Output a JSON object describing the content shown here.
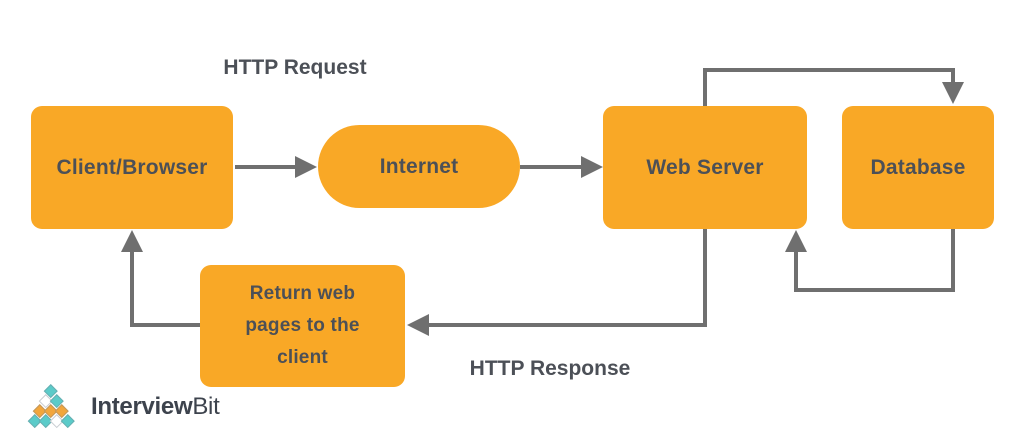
{
  "diagram": {
    "nodes": {
      "client": {
        "label": "Client/Browser"
      },
      "internet": {
        "label": "Internet"
      },
      "web_server": {
        "label": "Web Server"
      },
      "database": {
        "label": "Database"
      },
      "return_pages": {
        "label": "Return web pages to the client"
      }
    },
    "edge_labels": {
      "request": "HTTP Request",
      "response": "HTTP Response"
    },
    "edges": [
      {
        "from": "client",
        "to": "internet",
        "label": "HTTP Request"
      },
      {
        "from": "internet",
        "to": "web_server",
        "label": ""
      },
      {
        "from": "web_server",
        "to": "database",
        "label": ""
      },
      {
        "from": "database",
        "to": "web_server",
        "label": ""
      },
      {
        "from": "web_server",
        "to": "return_pages",
        "label": "HTTP Response"
      },
      {
        "from": "return_pages",
        "to": "client",
        "label": ""
      }
    ],
    "colors": {
      "node_fill": "#F9A826",
      "arrow": "#6F6F6F",
      "text": "#4C5057",
      "logo_teal": "#5BCBC9",
      "logo_orange": "#F2A63C",
      "logo_text": "#3D434D"
    }
  },
  "logo": {
    "brand_bold": "Interview",
    "brand_light": "Bit"
  }
}
